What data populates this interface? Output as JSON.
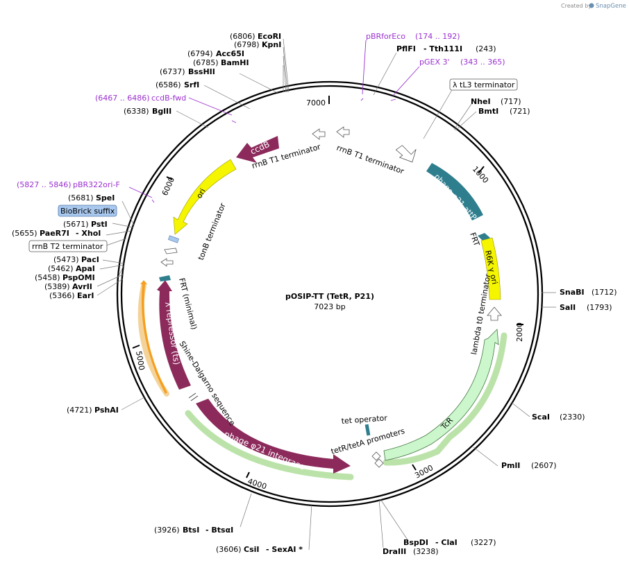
{
  "header": {
    "created_by": "Created by",
    "brand": "SnapGene"
  },
  "plasmid": {
    "name": "pOSIP-TT (TetR, P21)",
    "length": "7023 bp"
  },
  "scale_labels": [
    "1000",
    "2000",
    "3000",
    "4000",
    "5000",
    "6000",
    "7000"
  ],
  "sites": [
    {
      "pos": "(6806)",
      "name": "EcoRI"
    },
    {
      "pos": "(6798)",
      "name": "KpnI"
    },
    {
      "pos": "(6794)",
      "name": "Acc65I"
    },
    {
      "pos": "(6785)",
      "name": "BamHI"
    },
    {
      "pos": "(6737)",
      "name": "BssHII"
    },
    {
      "pos": "(6586)",
      "name": "SrfI"
    },
    {
      "pos": "(6338)",
      "name": "BglII"
    },
    {
      "pos": "(5681)",
      "name": "SpeI"
    },
    {
      "pos": "(5671)",
      "name": "PstI"
    },
    {
      "pos": "(5655)",
      "name": "PaeR7I",
      "extra": "- XhoI"
    },
    {
      "pos": "(5473)",
      "name": "PacI"
    },
    {
      "pos": "(5462)",
      "name": "ApaI"
    },
    {
      "pos": "(5458)",
      "name": "PspOMI"
    },
    {
      "pos": "(5389)",
      "name": "AvrII"
    },
    {
      "pos": "(5366)",
      "name": "EarI"
    },
    {
      "pos": "(4721)",
      "name": "PshAI"
    },
    {
      "pos": "(3926)",
      "name": "BtsI",
      "extra": "- BtsαI"
    },
    {
      "pos": "(3606)",
      "name": "CsiI",
      "extra": "- SexAI *"
    },
    {
      "pos": "(3238)",
      "name": "DraIII"
    },
    {
      "pos": "(3227)",
      "name": "BspDI",
      "extra": "- ClaI"
    },
    {
      "pos": "(2607)",
      "name": "PmlI"
    },
    {
      "pos": "(2330)",
      "name": "ScaI"
    },
    {
      "pos": "(1793)",
      "name": "SalI"
    },
    {
      "pos": "(1712)",
      "name": "SnaBI"
    },
    {
      "pos": "(721)",
      "name": "BmtI"
    },
    {
      "pos": "(717)",
      "name": "NheI"
    },
    {
      "pos": "(243)",
      "name": "PflFI",
      "extra": "- Tth111I"
    }
  ],
  "primers": [
    {
      "name": "pBRforEco",
      "range": "(174 .. 192)"
    },
    {
      "name": "pGEX 3'",
      "range": "(343 .. 365)"
    },
    {
      "name": "ccdB-fwd",
      "range": "(6467 .. 6486)"
    },
    {
      "name": "pBR322ori-F",
      "range": "(5827 .. 5846)"
    }
  ],
  "boxed_labels": [
    "λ tL3 terminator",
    "BioBrick suffix",
    "rrnB T2 terminator"
  ],
  "features": [
    {
      "name": "ccdB"
    },
    {
      "name": "rrnB T1 terminator"
    },
    {
      "name": "rrnB T1 terminator"
    },
    {
      "name": "ori"
    },
    {
      "name": "tonB terminator"
    },
    {
      "name": "phage φ21 attP"
    },
    {
      "name": "FRT"
    },
    {
      "name": "R6K γ ori"
    },
    {
      "name": "lambda t0 terminator"
    },
    {
      "name": "TcR"
    },
    {
      "name": "tet operator"
    },
    {
      "name": "tetR/tetA promoters"
    },
    {
      "name": "phage φ21 integrase"
    },
    {
      "name": "Shine-Dalgarno sequence"
    },
    {
      "name": "λ repressor (ts)"
    },
    {
      "name": "FRT (minimal)"
    }
  ],
  "colors": {
    "feature_maroon": "#8c2a5c",
    "feature_yellow": "#f5f500",
    "feature_teal": "#2e7e8e",
    "feature_lightgreen": "#ccf7cc",
    "primer_purple": "#9a2fcf",
    "highlight_green": "#8ed070",
    "highlight_orange": "#f0c070"
  }
}
